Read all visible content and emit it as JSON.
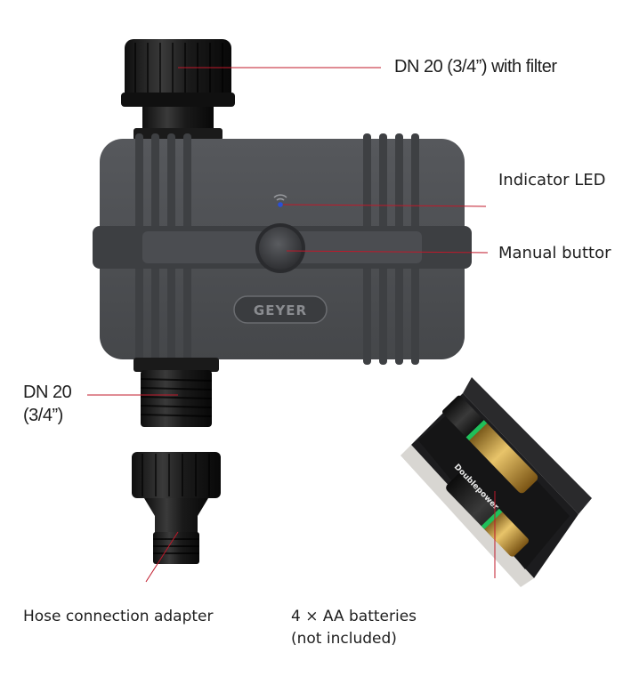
{
  "product": {
    "brand": "GEYER"
  },
  "callouts": {
    "inlet": "DN 20 (3/4”) with filter",
    "led": "Indicator LED",
    "button": "Manual buttor",
    "outlet_line1": "DN 20",
    "outlet_line2": "(3/4”)",
    "adapter": "Hose connection adapter",
    "batteries_line1": "4 × AA batteries",
    "batteries_line2": "(not included)"
  },
  "battery_label": "Doublepower",
  "colors": {
    "body": "#4d4f52",
    "rib": "#3f4144",
    "fitting": "#1c1c1c",
    "leader": "#c0182a",
    "led": "#2a4fd8"
  }
}
